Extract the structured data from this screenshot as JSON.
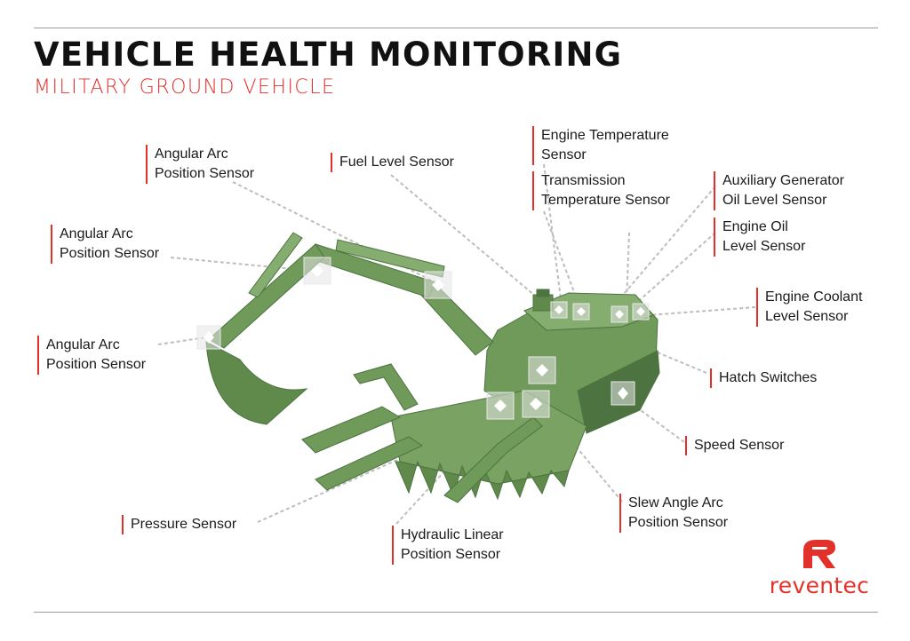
{
  "title": "VEHICLE HEALTH MONITORING",
  "subtitle": "MILITARY GROUND VEHICLE",
  "labels": {
    "angular_arc_1": [
      "Angular Arc",
      "Position Sensor"
    ],
    "angular_arc_2": [
      "Angular Arc",
      "Position Sensor"
    ],
    "angular_arc_3": [
      "Angular Arc",
      "Position Sensor"
    ],
    "fuel_level": [
      "Fuel Level Sensor"
    ],
    "engine_temperature": [
      "Engine Temperature",
      "Sensor"
    ],
    "transmission_temperature": [
      "Transmission",
      "Temperature Sensor"
    ],
    "aux_generator_oil": [
      "Auxiliary Generator",
      "Oil Level Sensor"
    ],
    "engine_oil": [
      "Engine Oil",
      "Level Sensor"
    ],
    "engine_coolant": [
      "Engine Coolant",
      "Level Sensor"
    ],
    "hatch_switches": [
      "Hatch Switches"
    ],
    "speed_sensor": [
      "Speed Sensor"
    ],
    "slew_angle": [
      "Slew Angle Arc",
      "Position Sensor"
    ],
    "hydraulic_linear": [
      "Hydraulic Linear",
      "Position Sensor"
    ],
    "pressure_sensor": [
      "Pressure Sensor"
    ]
  },
  "logo": {
    "wordmark": "reventec"
  },
  "colors": {
    "accent": "#e2312b",
    "vehicle": "#6f9a5a",
    "vehicle_dark": "#4d7340",
    "leader": "#bdbdbd"
  }
}
